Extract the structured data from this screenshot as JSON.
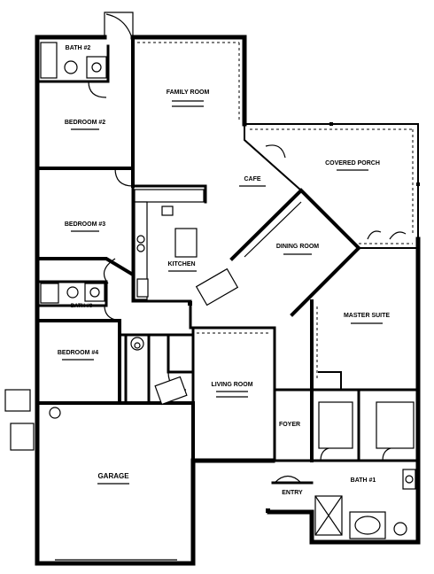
{
  "rooms": [
    {
      "id": "bath-2",
      "label": "BATH #2",
      "dims": ""
    },
    {
      "id": "bedroom-2",
      "label": "BEDROOM #2",
      "dims": ""
    },
    {
      "id": "bedroom-3",
      "label": "BEDROOM #3",
      "dims": ""
    },
    {
      "id": "bath-3",
      "label": "BATH #3",
      "dims": ""
    },
    {
      "id": "bedroom-4",
      "label": "BEDROOM #4",
      "dims": ""
    },
    {
      "id": "family-room",
      "label": "FAMILY ROOM",
      "dims": ""
    },
    {
      "id": "cafe",
      "label": "CAFE",
      "dims": ""
    },
    {
      "id": "kitchen",
      "label": "KITCHEN",
      "dims": ""
    },
    {
      "id": "covered-porch",
      "label": "COVERED PORCH",
      "dims": ""
    },
    {
      "id": "dining-room",
      "label": "DINING ROOM",
      "dims": ""
    },
    {
      "id": "master-suite",
      "label": "MASTER SUITE",
      "dims": ""
    },
    {
      "id": "living-room",
      "label": "LIVING ROOM",
      "dims": ""
    },
    {
      "id": "foyer",
      "label": "FOYER",
      "dims": ""
    },
    {
      "id": "garage",
      "label": "GARAGE",
      "dims": ""
    },
    {
      "id": "entry",
      "label": "ENTRY",
      "dims": ""
    },
    {
      "id": "bath-1",
      "label": "BATH #1",
      "dims": ""
    }
  ],
  "colors": {
    "walls": "#000000",
    "background": "#ffffff"
  }
}
